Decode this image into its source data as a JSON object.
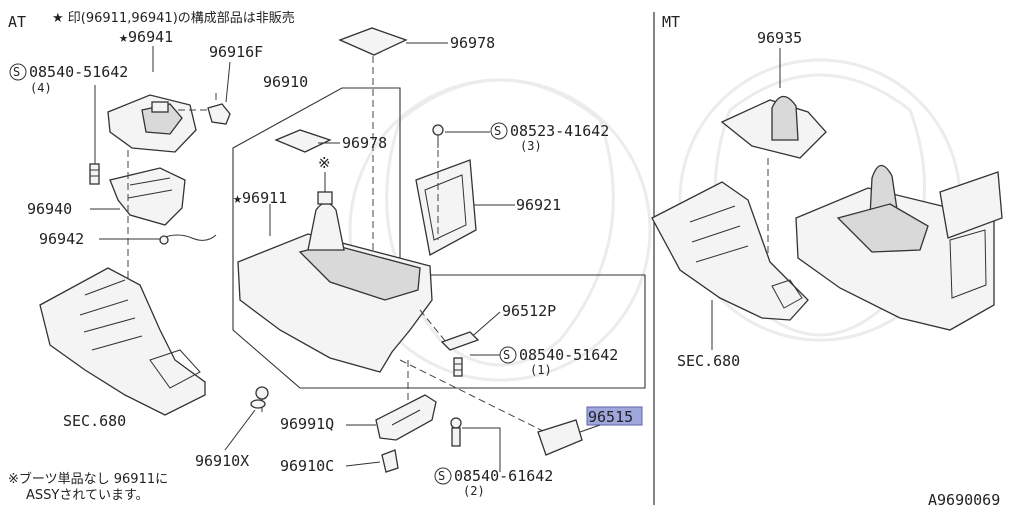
{
  "diagram": {
    "section_at": "AT",
    "section_mt": "MT",
    "header_note": "★ 印(96911,96941)の構成部品は非販売",
    "footnote_line1": "※ブーツ単品なし 96911に",
    "footnote_line2": "ASSYされています。",
    "diagram_code": "A9690069",
    "labels": {
      "p96941": "★96941",
      "s08540_51642_top": "08540-51642",
      "s08540_51642_top_qty": "(4)",
      "p96916F": "96916F",
      "p96910": "96910",
      "p96978_top": "96978",
      "p96978_mid": "96978",
      "s08523_41642": "08523-41642",
      "s08523_41642_qty": "(3)",
      "p96911": "★96911",
      "p96921": "96921",
      "p96940": "96940",
      "p96942": "96942",
      "p96512P": "96512P",
      "s08540_51642_mid": "08540-51642",
      "s08540_51642_mid_qty": "(1)",
      "sec680_left": "SEC.680",
      "p96515": "96515",
      "p96991Q": "96991Q",
      "p96910X": "96910X",
      "p96910C": "96910C",
      "s08540_61642": "08540-61642",
      "s08540_61642_qty": "(2)",
      "p96935": "96935",
      "sec680_right": "SEC.680",
      "boot_mark": "※",
      "s_symbol": "S"
    },
    "highlight_color": "#9fa6dc"
  }
}
